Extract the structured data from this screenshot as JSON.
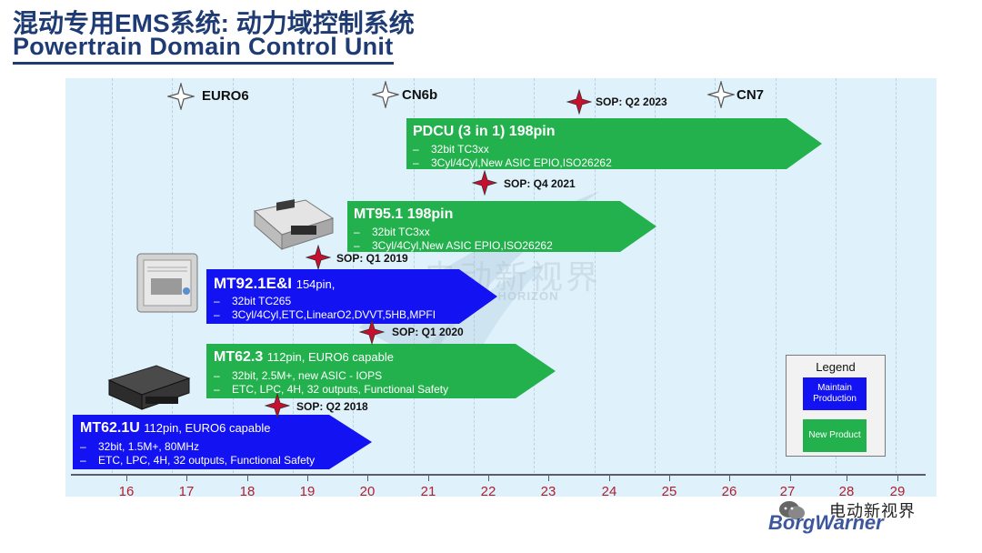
{
  "title": {
    "chinese": "混动专用EMS系统: 动力域控制系统",
    "english": "Powertrain Domain Control Unit"
  },
  "timeline": {
    "years": [
      "16",
      "17",
      "18",
      "19",
      "20",
      "21",
      "22",
      "23",
      "24",
      "25",
      "26",
      "27",
      "28",
      "29"
    ]
  },
  "regulations": [
    {
      "label": "EURO6"
    },
    {
      "label": "CN6b"
    },
    {
      "label": "CN7"
    }
  ],
  "products": [
    {
      "name": "PDCU (3 in 1)  198pin",
      "detail": "",
      "status": "New Product",
      "bullets": [
        "32bit TC3xx",
        "3Cyl/4Cyl,New ASIC EPIO,ISO26262"
      ]
    },
    {
      "name": "MT95.1  198pin",
      "detail": "",
      "status": "New Product",
      "bullets": [
        "32bit TC3xx",
        "3Cyl/4Cyl,New ASIC EPIO,ISO26262"
      ]
    },
    {
      "name": "MT92.1E&I",
      "detail": "154pin,",
      "status": "Maintain Production",
      "bullets": [
        "32bit TC265",
        "3Cyl/4Cyl,ETC,LinearO2,DVVT,5HB,MPFI"
      ]
    },
    {
      "name": "MT62.3",
      "detail": "112pin, EURO6 capable",
      "status": "New Product",
      "bullets": [
        "32bit, 2.5M+, new ASIC - IOPS",
        "ETC, LPC, 4H, 32 outputs, Functional Safety"
      ]
    },
    {
      "name": "MT62.1U",
      "detail": "112pin, EURO6 capable",
      "status": "Maintain Production",
      "bullets": [
        "32bit, 1.5M+, 80MHz",
        "ETC, LPC, 4H, 32 outputs, Functional Safety"
      ]
    }
  ],
  "sop_milestones": [
    {
      "label": "SOP: Q2 2023"
    },
    {
      "label": "SOP: Q4 2021"
    },
    {
      "label": "SOP: Q1 2019"
    },
    {
      "label": "SOP: Q1 2020"
    },
    {
      "label": "SOP: Q2 2018"
    }
  ],
  "legend": {
    "title": "Legend",
    "items": [
      {
        "label": "Maintain Production",
        "color": "#1212f2"
      },
      {
        "label": "New Product",
        "color": "#23b14d"
      }
    ]
  },
  "watermark": {
    "chinese": "电动新视界",
    "english": "NEW ELECTRIC HORIZON"
  },
  "footer": {
    "wechat_label": "电动新视界",
    "logo_text": "BorgWarner"
  },
  "colors": {
    "maintain": "#1212f2",
    "new_product": "#23b14d",
    "sop_star": "#c8102e",
    "regulation_star": "#6b6b6b",
    "title": "#1f3b73",
    "year_label": "#b21f2d"
  }
}
